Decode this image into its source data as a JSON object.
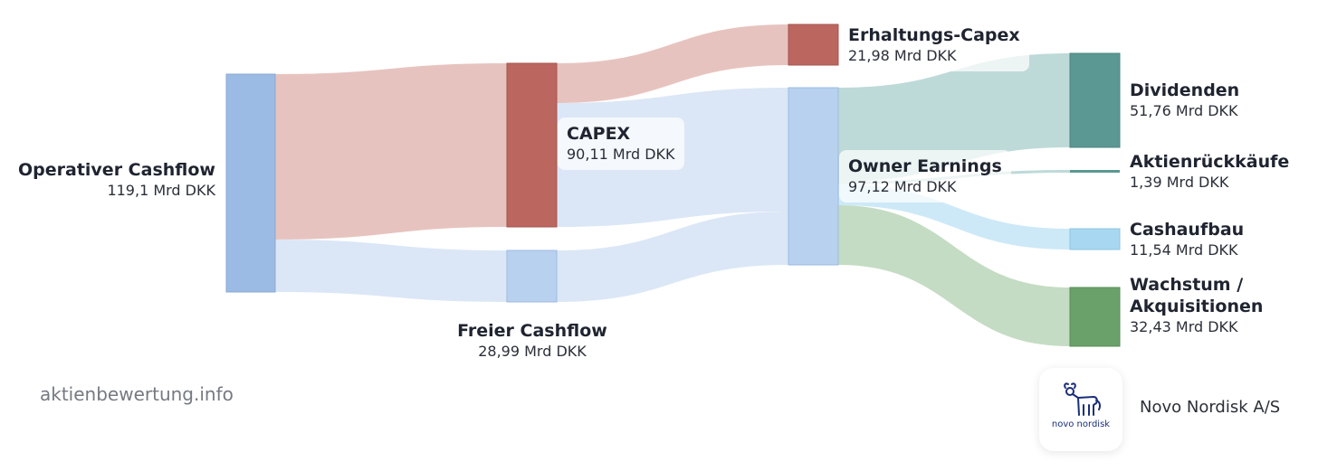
{
  "nodes": [
    {
      "id": "ocf",
      "title": "Operativer Cashflow",
      "value": "119,1 Mrd DKK",
      "color": "#9cbbe4"
    },
    {
      "id": "capex",
      "title": "CAPEX",
      "value": "90,11 Mrd DKK",
      "color": "#bb665f"
    },
    {
      "id": "fcf",
      "title": "Freier Cashflow",
      "value": "28,99 Mrd DKK",
      "color": "#b8d1ef"
    },
    {
      "id": "erh",
      "title": "Erhaltungs-Capex",
      "value": "21,98 Mrd DKK",
      "color": "#bb665f"
    },
    {
      "id": "oe",
      "title": "Owner Earnings",
      "value": "97,12 Mrd DKK",
      "color": "#b8d1ef"
    },
    {
      "id": "div",
      "title": "Dividenden",
      "value": "51,76 Mrd DKK",
      "color": "#5b9893"
    },
    {
      "id": "akt",
      "title": "Aktienrückkäufe",
      "value": "1,39 Mrd DKK",
      "color": "#5b9893"
    },
    {
      "id": "cash",
      "title": "Cashaufbau",
      "value": "11,54 Mrd DKK",
      "color": "#a8d8f1"
    },
    {
      "id": "wachs",
      "title_line1": "Wachstum /",
      "title_line2": "Akquisitionen",
      "value": "32,43 Mrd DKK",
      "color": "#6aa06a"
    }
  ],
  "links": [
    {
      "from": "Operativer Cashflow",
      "to": "CAPEX",
      "amount": 90.11,
      "color": "#e7c3bf"
    },
    {
      "from": "Operativer Cashflow",
      "to": "Freier Cashflow",
      "amount": 28.99,
      "color": "#dbe7f6"
    },
    {
      "from": "CAPEX",
      "to": "Erhaltungs-Capex",
      "amount": 21.98,
      "color": "#e7c3bf"
    },
    {
      "from": "CAPEX",
      "to": "Owner Earnings",
      "amount": 68.13,
      "color": "#dbe7f6"
    },
    {
      "from": "Freier Cashflow",
      "to": "Owner Earnings",
      "amount": 28.99,
      "color": "#dbe7f6"
    },
    {
      "from": "Owner Earnings",
      "to": "Dividenden",
      "amount": 51.76,
      "color": "#bddad8"
    },
    {
      "from": "Owner Earnings",
      "to": "Aktienrückkäufe",
      "amount": 1.39,
      "color": "#bddad8"
    },
    {
      "from": "Owner Earnings",
      "to": "Cashaufbau",
      "amount": 11.54,
      "color": "#cde9f7"
    },
    {
      "from": "Owner Earnings",
      "to": "Wachstum / Akquisitionen",
      "amount": 32.43,
      "color": "#c4dcc3"
    }
  ],
  "watermark": "aktienbewertung.info",
  "company": {
    "name": "Novo Nordisk A/S",
    "logo_text": "novo nordisk",
    "logo_color": "#1a2f7a"
  }
}
